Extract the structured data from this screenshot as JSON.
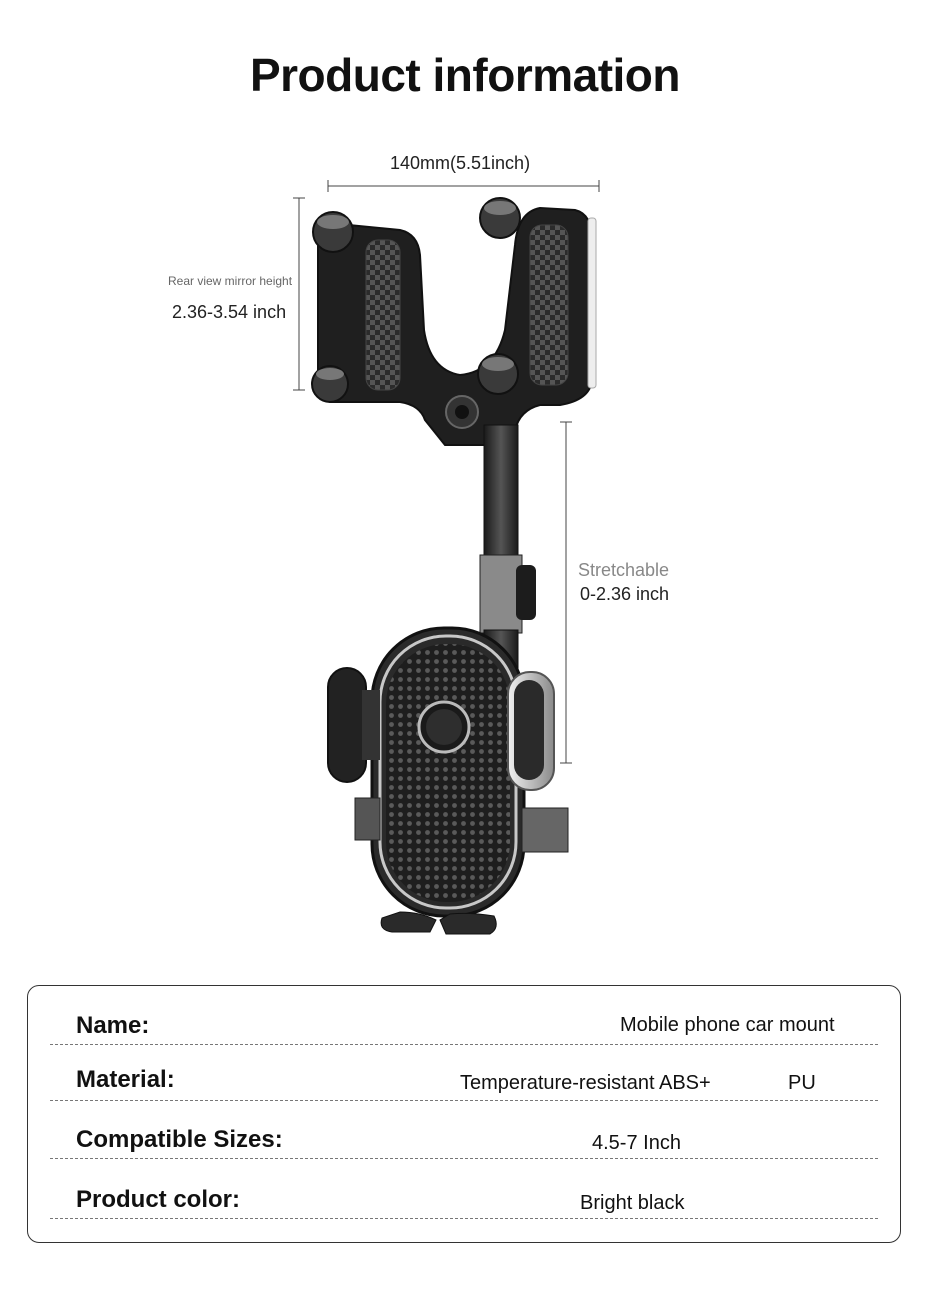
{
  "title": "Product information",
  "dimensions": {
    "width": "140mm(5.51inch)",
    "mirror_label": "Rear view mirror height",
    "mirror_value": "2.36-3.54 inch",
    "stretch_label": "Stretchable",
    "stretch_value": "0-2.36 inch"
  },
  "specs": [
    {
      "label": "Name:",
      "value": "Mobile phone car mount"
    },
    {
      "label": "Material:",
      "value": "Temperature-resistant ABS+",
      "value2": "PU"
    },
    {
      "label": "Compatible Sizes:",
      "value": "4.5-7 Inch"
    },
    {
      "label": "Product color:",
      "value": "Bright black"
    }
  ],
  "colors": {
    "product": "#2a2a2a",
    "accent": "#9a9a9a"
  }
}
